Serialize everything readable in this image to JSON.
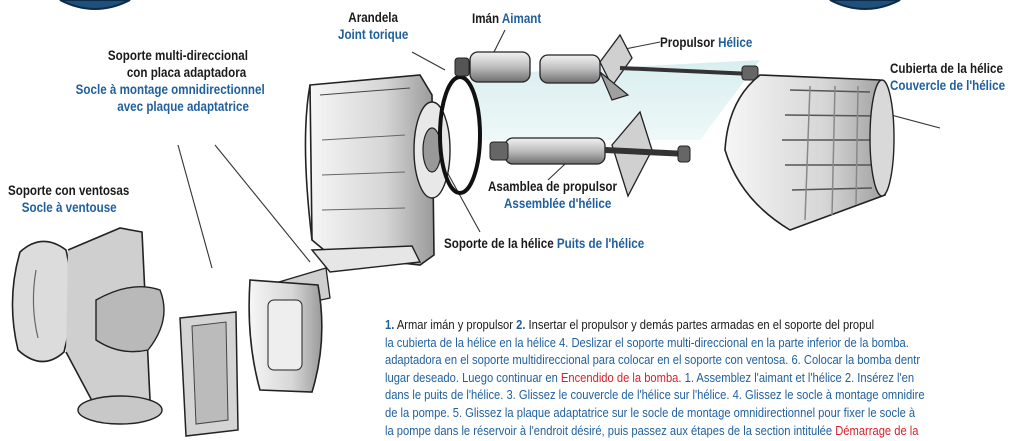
{
  "labels": {
    "arandela": {
      "es": "Arandela",
      "fr": "Joint torique"
    },
    "iman": {
      "es": "Imán",
      "fr": "Aimant"
    },
    "propulsor": {
      "es": "Propulsor",
      "fr": "Hélice"
    },
    "soporte_multi": {
      "es_1": "Soporte multi-direccional",
      "es_2": "con placa adaptadora",
      "fr_1": "Socle à montage omnidirectionnel",
      "fr_2": "avec plaque adaptatrice"
    },
    "cubierta": {
      "es": "Cubierta de la hélice",
      "fr": "Couvercle de l'hélice"
    },
    "ventosas": {
      "es": "Soporte con ventosas",
      "fr": "Socle à ventouse"
    },
    "asamblea": {
      "es": "Asamblea de propulsor",
      "fr": "Assemblée d'hélice"
    },
    "soporte_helice": {
      "es": "Soporte de la hélice",
      "fr": "Puits de l'hélice"
    }
  },
  "instructions": {
    "l1_n1": "1.",
    "l1_t1": " Armar imán y propulsor ",
    "l1_n2": "2.",
    "l1_t2": " Insertar el propulsor y demás partes armadas en el soporte del propul",
    "l2": "la cubierta de la hélice en la hélice 4. Deslizar el soporte multi-direccional en la parte inferior de la bomba.",
    "l3": "adaptadora en el soporte multidireccional para colocar en el soporte con ventosa. 6. Colocar la bomba dentr",
    "l4_a": "lugar deseado. Luego continuar en ",
    "l4_red": "Encendido de la bomba.",
    "l4_b": " 1. Assemblez l'aimant et l'hélice 2. Insérez l'en",
    "l5": "dans le puits de l'hélice. 3. Glissez le couvercle de l'hélice sur l'hélice. 4. Glissez le socle à montage omnidire",
    "l6": "de la pompe. 5. Glissez la plaque adaptatrice sur le socle de montage omnidirectionnel pour fixer le socle à",
    "l7_a": "la pompe dans le réservoir à l'endroit désiré, puis passez aux étapes de la section intitulée ",
    "l7_red": "Démarrage de la"
  },
  "colors": {
    "label_fr": "#1f5f9e",
    "label_es": "#1a1a1a",
    "link_red": "#d8202a",
    "badge": "#1f4f7a"
  }
}
